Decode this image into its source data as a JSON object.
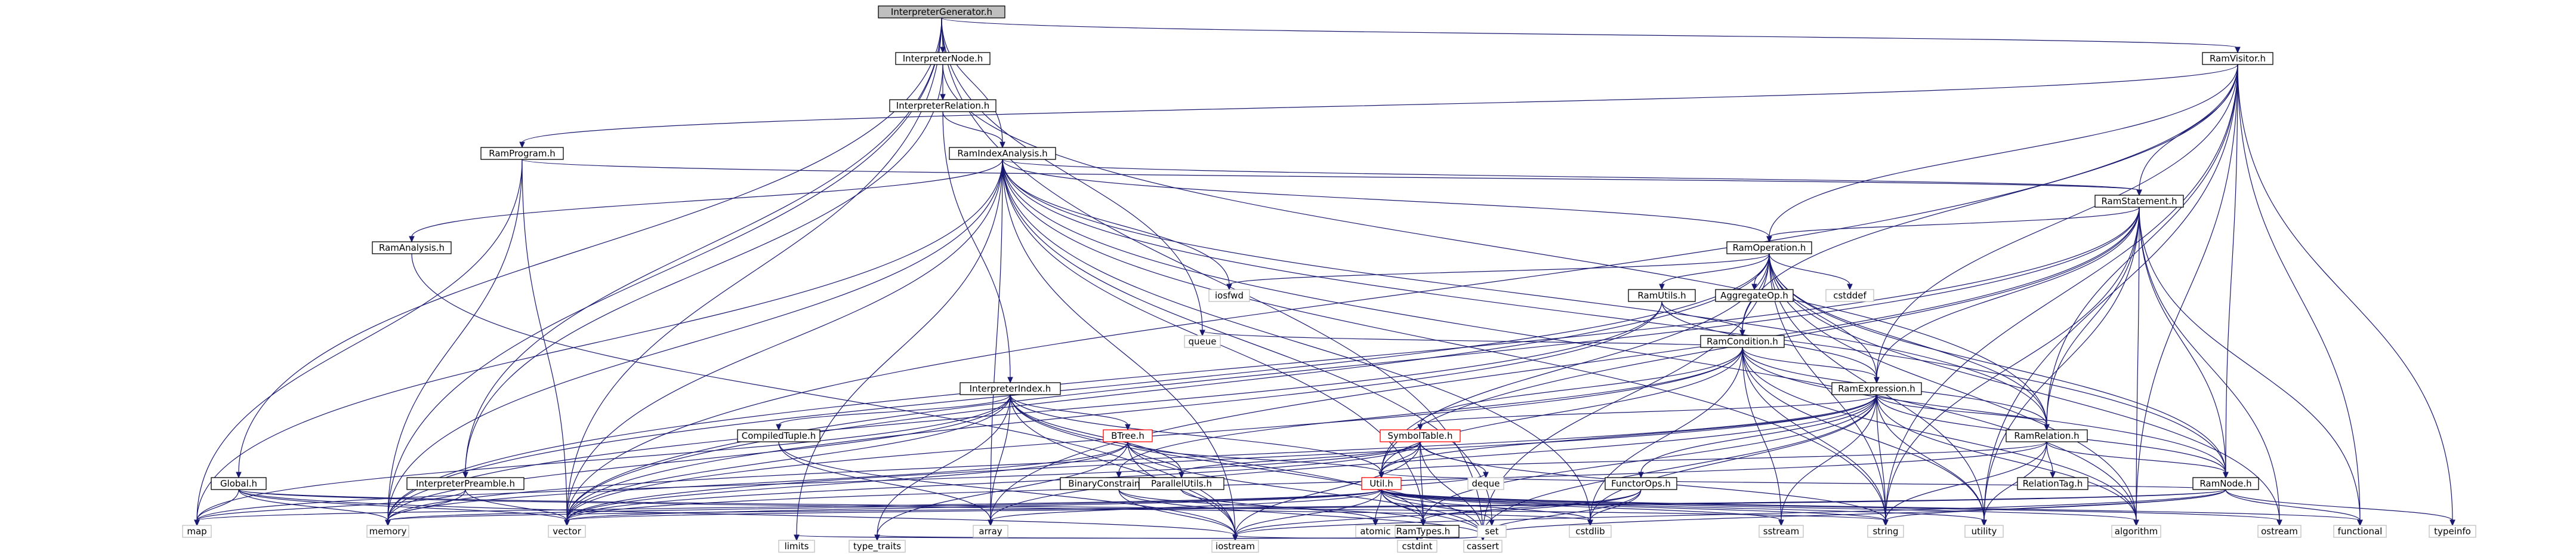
{
  "diagram": {
    "type": "include-dependency-graph",
    "colors": {
      "edge": "#191970",
      "focus_fill": "#bfbfbf",
      "link_border": "#000000",
      "missing_border": "#ff0000",
      "external_border": "#bfbfbf"
    },
    "nodes": [
      {
        "id": "n_igen",
        "label": "InterpreterGenerator.h",
        "style": "focus"
      },
      {
        "id": "n_inode",
        "label": "InterpreterNode.h",
        "style": "link"
      },
      {
        "id": "n_irel",
        "label": "InterpreterRelation.h",
        "style": "link"
      },
      {
        "id": "n_rvis",
        "label": "RamVisitor.h",
        "style": "link"
      },
      {
        "id": "n_rprog",
        "label": "RamProgram.h",
        "style": "link"
      },
      {
        "id": "n_ridx",
        "label": "RamIndexAnalysis.h",
        "style": "link"
      },
      {
        "id": "n_rstmt",
        "label": "RamStatement.h",
        "style": "link"
      },
      {
        "id": "n_ranal",
        "label": "RamAnalysis.h",
        "style": "link"
      },
      {
        "id": "n_rop",
        "label": "RamOperation.h",
        "style": "link"
      },
      {
        "id": "n_iosfwd",
        "label": "iosfwd",
        "style": "external"
      },
      {
        "id": "n_rutil",
        "label": "RamUtils.h",
        "style": "link"
      },
      {
        "id": "n_agg",
        "label": "AggregateOp.h",
        "style": "link"
      },
      {
        "id": "n_cstddef",
        "label": "cstddef",
        "style": "external"
      },
      {
        "id": "n_rcond",
        "label": "RamCondition.h",
        "style": "link"
      },
      {
        "id": "n_queue",
        "label": "queue",
        "style": "external"
      },
      {
        "id": "n_iidx",
        "label": "InterpreterIndex.h",
        "style": "link"
      },
      {
        "id": "n_rexpr",
        "label": "RamExpression.h",
        "style": "link"
      },
      {
        "id": "n_ctup",
        "label": "CompiledTuple.h",
        "style": "link"
      },
      {
        "id": "n_btree",
        "label": "BTree.h",
        "style": "missing"
      },
      {
        "id": "n_symt",
        "label": "SymbolTable.h",
        "style": "missing"
      },
      {
        "id": "n_rrel",
        "label": "RamRelation.h",
        "style": "link"
      },
      {
        "id": "n_ipre",
        "label": "InterpreterPreamble.h",
        "style": "link"
      },
      {
        "id": "n_bcop",
        "label": "BinaryConstraintOps.h",
        "style": "link"
      },
      {
        "id": "n_par",
        "label": "ParallelUtils.h",
        "style": "link"
      },
      {
        "id": "n_deque",
        "label": "deque",
        "style": "external"
      },
      {
        "id": "n_util",
        "label": "Util.h",
        "style": "missing"
      },
      {
        "id": "n_reltag",
        "label": "RelationTag.h",
        "style": "link"
      },
      {
        "id": "n_rnode",
        "label": "RamNode.h",
        "style": "link"
      },
      {
        "id": "n_glob",
        "label": "Global.h",
        "style": "link"
      },
      {
        "id": "n_fops",
        "label": "FunctorOps.h",
        "style": "link"
      },
      {
        "id": "n_map",
        "label": "map",
        "style": "external"
      },
      {
        "id": "n_memory",
        "label": "memory",
        "style": "external"
      },
      {
        "id": "n_vector",
        "label": "vector",
        "style": "external"
      },
      {
        "id": "n_array",
        "label": "array",
        "style": "external"
      },
      {
        "id": "n_rtypes",
        "label": "RamTypes.h",
        "style": "link"
      },
      {
        "id": "n_atomic",
        "label": "atomic",
        "style": "external"
      },
      {
        "id": "n_set",
        "label": "set",
        "style": "external"
      },
      {
        "id": "n_cstdlib",
        "label": "cstdlib",
        "style": "external"
      },
      {
        "id": "n_sstream",
        "label": "sstream",
        "style": "external"
      },
      {
        "id": "n_string",
        "label": "string",
        "style": "external"
      },
      {
        "id": "n_utility",
        "label": "utility",
        "style": "external"
      },
      {
        "id": "n_algo",
        "label": "algorithm",
        "style": "external"
      },
      {
        "id": "n_ostream",
        "label": "ostream",
        "style": "external"
      },
      {
        "id": "n_func",
        "label": "functional",
        "style": "external"
      },
      {
        "id": "n_typeinfo",
        "label": "typeinfo",
        "style": "external"
      },
      {
        "id": "n_limits",
        "label": "limits",
        "style": "external"
      },
      {
        "id": "n_typetr",
        "label": "type_traits",
        "style": "external"
      },
      {
        "id": "n_iostream",
        "label": "iostream",
        "style": "external"
      },
      {
        "id": "n_cstdint",
        "label": "cstdint",
        "style": "external"
      },
      {
        "id": "n_cassert",
        "label": "cassert",
        "style": "external"
      }
    ],
    "edges": [
      [
        "n_igen",
        "n_inode"
      ],
      [
        "n_igen",
        "n_ridx"
      ],
      [
        "n_igen",
        "n_rvis"
      ],
      [
        "n_igen",
        "n_queue"
      ],
      [
        "n_igen",
        "n_glob"
      ],
      [
        "n_igen",
        "n_ipre"
      ],
      [
        "n_igen",
        "n_memory"
      ],
      [
        "n_igen",
        "n_vector"
      ],
      [
        "n_igen",
        "n_cassert"
      ],
      [
        "n_inode",
        "n_irel"
      ],
      [
        "n_inode",
        "n_ipre"
      ],
      [
        "n_inode",
        "n_rrel"
      ],
      [
        "n_irel",
        "n_iidx"
      ],
      [
        "n_irel",
        "n_ridx"
      ],
      [
        "n_rvis",
        "n_rprog"
      ],
      [
        "n_rvis",
        "n_rstmt"
      ],
      [
        "n_rvis",
        "n_rop"
      ],
      [
        "n_rvis",
        "n_rcond"
      ],
      [
        "n_rvis",
        "n_rexpr"
      ],
      [
        "n_rvis",
        "n_rrel"
      ],
      [
        "n_rvis",
        "n_rnode"
      ],
      [
        "n_rvis",
        "n_vector"
      ],
      [
        "n_rvis",
        "n_utility"
      ],
      [
        "n_rvis",
        "n_func"
      ],
      [
        "n_rvis",
        "n_typeinfo"
      ],
      [
        "n_rvis",
        "n_string"
      ],
      [
        "n_rvis",
        "n_algo"
      ],
      [
        "n_rprog",
        "n_rstmt"
      ],
      [
        "n_rprog",
        "n_map"
      ],
      [
        "n_rprog",
        "n_memory"
      ],
      [
        "n_rprog",
        "n_vector"
      ],
      [
        "n_ridx",
        "n_ranal"
      ],
      [
        "n_ridx",
        "n_rstmt"
      ],
      [
        "n_ridx",
        "n_rop"
      ],
      [
        "n_ridx",
        "n_rrel"
      ],
      [
        "n_ridx",
        "n_rnode"
      ],
      [
        "n_ridx",
        "n_rtypes"
      ],
      [
        "n_ridx",
        "n_iosfwd"
      ],
      [
        "n_ridx",
        "n_map"
      ],
      [
        "n_ridx",
        "n_memory"
      ],
      [
        "n_ridx",
        "n_vector"
      ],
      [
        "n_ridx",
        "n_set"
      ],
      [
        "n_ridx",
        "n_string"
      ],
      [
        "n_ridx",
        "n_algo"
      ],
      [
        "n_ridx",
        "n_limits"
      ],
      [
        "n_ridx",
        "n_cstdlib"
      ],
      [
        "n_ridx",
        "n_iostream"
      ],
      [
        "n_ridx",
        "n_array"
      ],
      [
        "n_ranal",
        "n_iostream"
      ],
      [
        "n_rstmt",
        "n_rop"
      ],
      [
        "n_rstmt",
        "n_rexpr"
      ],
      [
        "n_rstmt",
        "n_rrel"
      ],
      [
        "n_rstmt",
        "n_rnode"
      ],
      [
        "n_rstmt",
        "n_util"
      ],
      [
        "n_rstmt",
        "n_memory"
      ],
      [
        "n_rstmt",
        "n_vector"
      ],
      [
        "n_rstmt",
        "n_ostream"
      ],
      [
        "n_rstmt",
        "n_algo"
      ],
      [
        "n_rstmt",
        "n_func"
      ],
      [
        "n_rstmt",
        "n_string"
      ],
      [
        "n_rstmt",
        "n_utility"
      ],
      [
        "n_rstmt",
        "n_array"
      ],
      [
        "n_rop",
        "n_agg"
      ],
      [
        "n_rop",
        "n_rcond"
      ],
      [
        "n_rop",
        "n_rexpr"
      ],
      [
        "n_rop",
        "n_rrel"
      ],
      [
        "n_rop",
        "n_rnode"
      ],
      [
        "n_rop",
        "n_rutil"
      ],
      [
        "n_rop",
        "n_util"
      ],
      [
        "n_rop",
        "n_cstddef"
      ],
      [
        "n_rop",
        "n_iosfwd"
      ],
      [
        "n_rop",
        "n_vector"
      ],
      [
        "n_rop",
        "n_memory"
      ],
      [
        "n_rop",
        "n_string"
      ],
      [
        "n_rop",
        "n_cassert"
      ],
      [
        "n_rop",
        "n_utility"
      ],
      [
        "n_rop",
        "n_functional"
      ],
      [
        "n_rop",
        "n_algo"
      ],
      [
        "n_rop",
        "n_ostream"
      ],
      [
        "n_rutil",
        "n_rcond"
      ],
      [
        "n_rutil",
        "n_rexpr"
      ],
      [
        "n_rutil",
        "n_vector"
      ],
      [
        "n_rutil",
        "n_memory"
      ],
      [
        "n_rcond",
        "n_bcop"
      ],
      [
        "n_rcond",
        "n_rexpr"
      ],
      [
        "n_rcond",
        "n_rnode"
      ],
      [
        "n_rcond",
        "n_rrel"
      ],
      [
        "n_rcond",
        "n_symt"
      ],
      [
        "n_rcond",
        "n_util"
      ],
      [
        "n_rcond",
        "n_queue"
      ],
      [
        "n_rcond",
        "n_vector"
      ],
      [
        "n_rcond",
        "n_string"
      ],
      [
        "n_rcond",
        "n_sstream"
      ],
      [
        "n_rcond",
        "n_cstdlib"
      ],
      [
        "n_rcond",
        "n_utility"
      ],
      [
        "n_rcond",
        "n_algo"
      ],
      [
        "n_iidx",
        "n_ctup"
      ],
      [
        "n_iidx",
        "n_btree"
      ],
      [
        "n_iidx",
        "n_par"
      ],
      [
        "n_iidx",
        "n_rtypes"
      ],
      [
        "n_iidx",
        "n_util"
      ],
      [
        "n_iidx",
        "n_map"
      ],
      [
        "n_iidx",
        "n_memory"
      ],
      [
        "n_iidx",
        "n_vector"
      ],
      [
        "n_iidx",
        "n_array"
      ],
      [
        "n_iidx",
        "n_iostream"
      ],
      [
        "n_iidx",
        "n_cassert"
      ],
      [
        "n_iidx",
        "n_typetr"
      ],
      [
        "n_rexpr",
        "n_fops"
      ],
      [
        "n_rexpr",
        "n_rnode"
      ],
      [
        "n_rexpr",
        "n_rrel"
      ],
      [
        "n_rexpr",
        "n_symt"
      ],
      [
        "n_rexpr",
        "n_util"
      ],
      [
        "n_rexpr",
        "n_rtypes"
      ],
      [
        "n_rexpr",
        "n_array"
      ],
      [
        "n_rexpr",
        "n_cstdlib"
      ],
      [
        "n_rexpr",
        "n_string"
      ],
      [
        "n_rexpr",
        "n_vector"
      ],
      [
        "n_rexpr",
        "n_sstream"
      ],
      [
        "n_rexpr",
        "n_memory"
      ],
      [
        "n_rexpr",
        "n_utility"
      ],
      [
        "n_rexpr",
        "n_algo"
      ],
      [
        "n_rexpr",
        "n_cassert"
      ],
      [
        "n_ctup",
        "n_iostream"
      ],
      [
        "n_ctup",
        "n_array"
      ],
      [
        "n_btree",
        "n_par"
      ],
      [
        "n_btree",
        "n_util"
      ],
      [
        "n_btree",
        "n_vector"
      ],
      [
        "n_btree",
        "n_iostream"
      ],
      [
        "n_btree",
        "n_cassert"
      ],
      [
        "n_btree",
        "n_typetr"
      ],
      [
        "n_btree",
        "n_memory"
      ],
      [
        "n_symt",
        "n_par"
      ],
      [
        "n_symt",
        "n_util"
      ],
      [
        "n_symt",
        "n_rtypes"
      ],
      [
        "n_symt",
        "n_deque"
      ],
      [
        "n_symt",
        "n_map"
      ],
      [
        "n_symt",
        "n_vector"
      ],
      [
        "n_symt",
        "n_string"
      ],
      [
        "n_symt",
        "n_iostream"
      ],
      [
        "n_symt",
        "n_cassert"
      ],
      [
        "n_rrel",
        "n_reltag"
      ],
      [
        "n_rrel",
        "n_rnode"
      ],
      [
        "n_rrel",
        "n_util"
      ],
      [
        "n_rrel",
        "n_string"
      ],
      [
        "n_rrel",
        "n_utility"
      ],
      [
        "n_rrel",
        "n_vector"
      ],
      [
        "n_ipre",
        "n_memory"
      ],
      [
        "n_ipre",
        "n_vector"
      ],
      [
        "n_ipre",
        "n_map"
      ],
      [
        "n_bcop",
        "n_rtypes"
      ],
      [
        "n_bcop",
        "n_iostream"
      ],
      [
        "n_bcop",
        "n_cassert"
      ],
      [
        "n_par",
        "n_atomic"
      ],
      [
        "n_util",
        "n_rtypes"
      ],
      [
        "n_util",
        "n_map"
      ],
      [
        "n_util",
        "n_memory"
      ],
      [
        "n_util",
        "n_vector"
      ],
      [
        "n_util",
        "n_array"
      ],
      [
        "n_util",
        "n_atomic"
      ],
      [
        "n_util",
        "n_set"
      ],
      [
        "n_util",
        "n_cstdlib"
      ],
      [
        "n_util",
        "n_sstream"
      ],
      [
        "n_util",
        "n_string"
      ],
      [
        "n_util",
        "n_utility"
      ],
      [
        "n_util",
        "n_algo"
      ],
      [
        "n_util",
        "n_ostream"
      ],
      [
        "n_util",
        "n_func"
      ],
      [
        "n_util",
        "n_iostream"
      ],
      [
        "n_util",
        "n_cassert"
      ],
      [
        "n_util",
        "n_deque"
      ],
      [
        "n_rnode",
        "n_util"
      ],
      [
        "n_rnode",
        "n_memory"
      ],
      [
        "n_rnode",
        "n_vector"
      ],
      [
        "n_rnode",
        "n_func"
      ],
      [
        "n_rnode",
        "n_typeinfo"
      ],
      [
        "n_rnode",
        "n_cassert"
      ],
      [
        "n_rnode",
        "n_iostream"
      ],
      [
        "n_rnode",
        "n_string"
      ],
      [
        "n_glob",
        "n_map"
      ],
      [
        "n_glob",
        "n_memory"
      ],
      [
        "n_glob",
        "n_vector"
      ],
      [
        "n_glob",
        "n_iostream"
      ],
      [
        "n_glob",
        "n_string"
      ],
      [
        "n_glob",
        "n_cstdlib"
      ],
      [
        "n_fops",
        "n_rtypes"
      ],
      [
        "n_fops",
        "n_cstdlib"
      ],
      [
        "n_fops",
        "n_cassert"
      ],
      [
        "n_fops",
        "n_iostream"
      ],
      [
        "n_rtypes",
        "n_limits"
      ],
      [
        "n_rtypes",
        "n_typetr"
      ],
      [
        "n_rtypes",
        "n_iostream"
      ],
      [
        "n_rtypes",
        "n_cstdint"
      ],
      [
        "n_rtypes",
        "n_cassert"
      ]
    ]
  }
}
